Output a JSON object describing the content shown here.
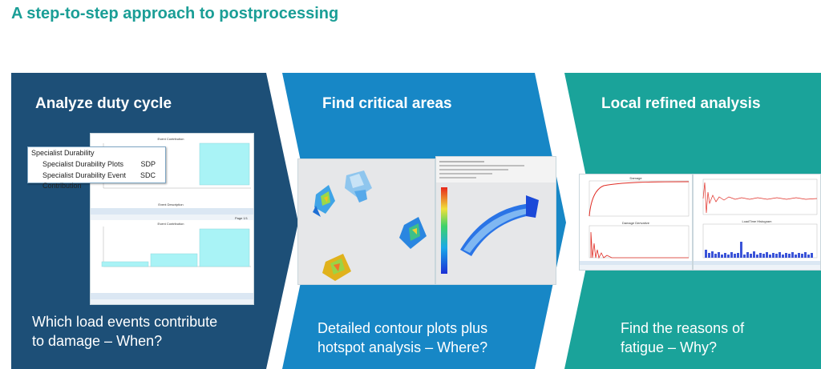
{
  "title": "A step-to-step approach to postprocessing",
  "colors": {
    "title": "#1a9e96",
    "panel1": "#1d4f77",
    "panel2": "#1787c6",
    "panel3": "#1aa39a"
  },
  "panels": [
    {
      "heading": "Analyze duty cycle",
      "body_line1": "Which load events contribute",
      "body_line2": "to damage – When?",
      "menu": {
        "root": "Specialist Durability",
        "items": [
          {
            "label": "Specialist Durability Plots",
            "key": "SDP"
          },
          {
            "label": "Specialist Durability Event Contribution",
            "key": "SDC"
          }
        ]
      },
      "chart_top_title": "Event Contribution",
      "chart_bottom_title": "Event Contribution",
      "chart_xlabel": "Event Description",
      "chart_page": "Page 1/1"
    },
    {
      "heading": "Find critical areas",
      "body_line1": "Detailed contour plots plus",
      "body_line2": "hotspot analysis – Where?"
    },
    {
      "heading": "Local refined analysis",
      "body_line1": "Find the reasons of",
      "body_line2": "fatigue – Why?",
      "chart_damage_title": "Damage",
      "chart_damage_cum_title": "Damage Derivative",
      "chart_loadtime_title": "LoadTime Histogram"
    }
  ]
}
